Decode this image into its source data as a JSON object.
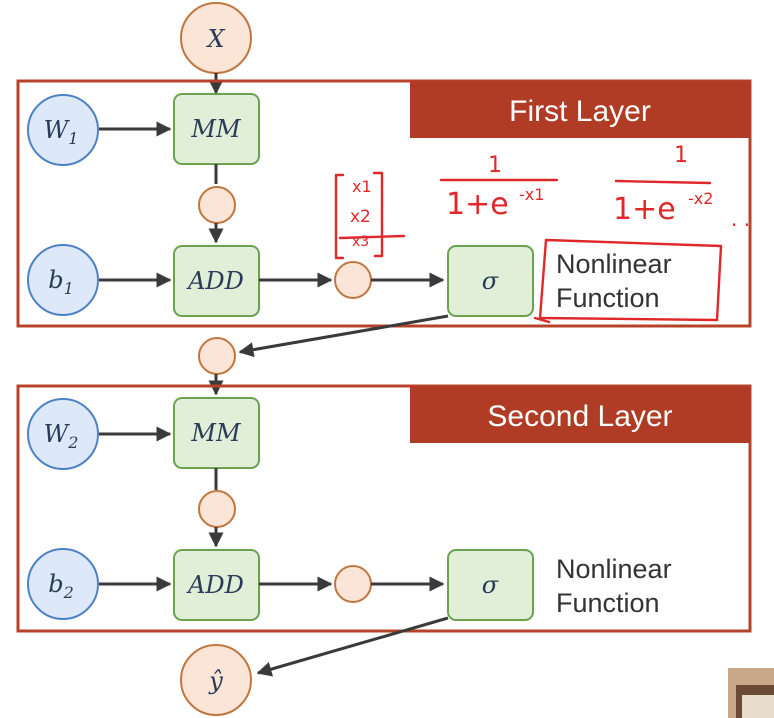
{
  "colors": {
    "banner": "#b03c25",
    "layer_border": "#b5432a",
    "weight_node": "#dde9f8",
    "operation_node": "#e1efd8",
    "value_node": "#fbe5d6",
    "annotation_ink": "#e0282a"
  },
  "input": {
    "symbol": "X"
  },
  "output": {
    "symbol": "ŷ"
  },
  "layers": [
    {
      "title": "First Layer",
      "weight": {
        "base": "W",
        "sub": "1"
      },
      "bias": {
        "base": "b",
        "sub": "1"
      },
      "matmul_label": "MM",
      "add_label": "ADD",
      "activation_symbol": "σ",
      "activation_label_line1": "Nonlinear",
      "activation_label_line2": "Function"
    },
    {
      "title": "Second Layer",
      "weight": {
        "base": "W",
        "sub": "2"
      },
      "bias": {
        "base": "b",
        "sub": "2"
      },
      "matmul_label": "MM",
      "add_label": "ADD",
      "activation_symbol": "σ",
      "activation_label_line1": "Nonlinear",
      "activation_label_line2": "Function"
    }
  ],
  "annotations": {
    "vector_x1": "x1",
    "vector_x2": "x2",
    "vector_x3": "x3",
    "sigmoid1_numerator": "1",
    "sigmoid1_denominator": "1+e",
    "sigmoid1_exponent": "-x1",
    "sigmoid2_numerator": "1",
    "sigmoid2_denominator": "1+e",
    "sigmoid2_exponent": "-x2",
    "trailing_dots": ". ."
  }
}
